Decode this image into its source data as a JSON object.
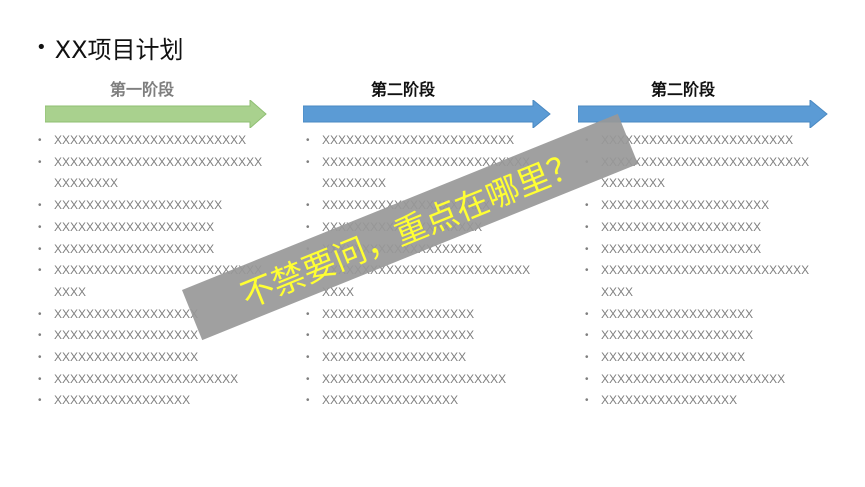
{
  "slide": {
    "bullet": "•",
    "title": "XX项目计划"
  },
  "colors": {
    "green_arrow": "#a9d18e",
    "blue_arrow": "#5b9bd5",
    "overlay_bg": "#989898",
    "overlay_text": "#ffff33"
  },
  "phases": [
    {
      "title": "第一阶段",
      "items": [
        "XXXXXXXXXXXXXXXXXXXXXXXX",
        "XXXXXXXXXXXXXXXXXXXXXXXXXXXXXXXXXX",
        "XXXXXXXXXXXXXXXXXXXXX",
        "XXXXXXXXXXXXXXXXXXXX",
        "XXXXXXXXXXXXXXXXXXXX",
        "XXXXXXXXXXXXXXXXXXXXXXXXXXXXXX",
        "XXXXXXXXXXXXXXXXXX",
        "XXXXXXXXXXXXXXXXXX",
        "XXXXXXXXXXXXXXXXXX",
        "XXXXXXXXXXXXXXXXXXXXXXX",
        "XXXXXXXXXXXXXXXXX"
      ]
    },
    {
      "title": "第二阶段",
      "items": [
        "XXXXXXXXXXXXXXXXXXXXXXXX",
        "XXXXXXXXXXXXXXXXXXXXXXXXXXXXXXXXXX",
        "XXXXXXXXXXXXXXXXXXXXX",
        "XXXXXXXXXXXXXXXXXXXX",
        "XXXXXXXXXXXXXXXXXXXX",
        "XXXXXXXXXXXXXXXXXXXXXXXXXXXXXX",
        "XXXXXXXXXXXXXXXXXXX",
        "XXXXXXXXXXXXXXXXXXX",
        "XXXXXXXXXXXXXXXXXX",
        "XXXXXXXXXXXXXXXXXXXXXXX",
        "XXXXXXXXXXXXXXXXX"
      ]
    },
    {
      "title": "第二阶段",
      "items": [
        "XXXXXXXXXXXXXXXXXXXXXXXX",
        "XXXXXXXXXXXXXXXXXXXXXXXXXXXXXXXXXX",
        "XXXXXXXXXXXXXXXXXXXXX",
        "XXXXXXXXXXXXXXXXXXXX",
        "XXXXXXXXXXXXXXXXXXXX",
        "XXXXXXXXXXXXXXXXXXXXXXXXXXXXXX",
        "XXXXXXXXXXXXXXXXXXX",
        "XXXXXXXXXXXXXXXXXXX",
        "XXXXXXXXXXXXXXXXXX",
        "XXXXXXXXXXXXXXXXXXXXXXX",
        "XXXXXXXXXXXXXXXXX"
      ]
    }
  ],
  "overlay": {
    "text": "不禁要问，重点在哪里？"
  }
}
